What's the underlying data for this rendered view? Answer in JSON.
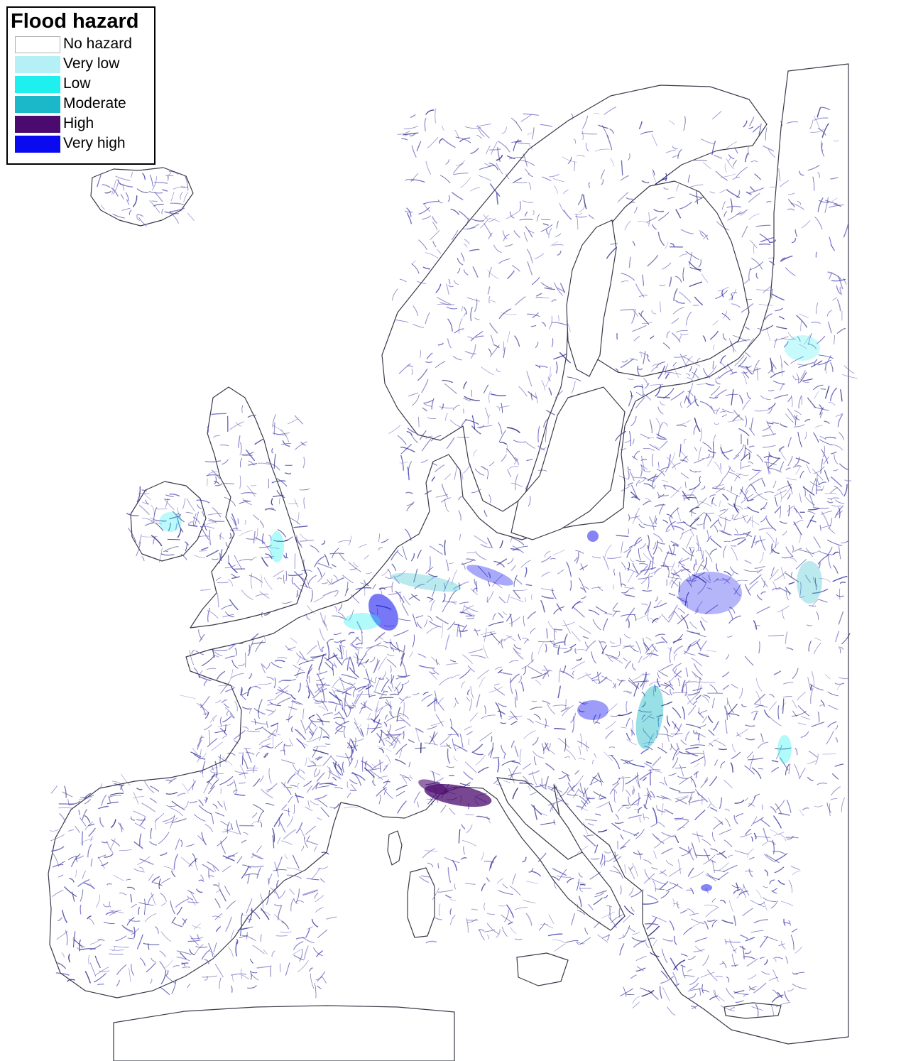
{
  "legend": {
    "title": "Flood hazard",
    "items": [
      {
        "label": "No hazard",
        "color": "#ffffff"
      },
      {
        "label": "Very low",
        "color": "#b4f0f5"
      },
      {
        "label": "Low",
        "color": "#1ef0f0"
      },
      {
        "label": "Moderate",
        "color": "#1ab8c8"
      },
      {
        "label": "High",
        "color": "#4b0a6e"
      },
      {
        "label": "Very high",
        "color": "#0a0af0"
      }
    ]
  },
  "map": {
    "outline_color": "#3a3a4a",
    "river_colors": [
      "#3a3aa0",
      "#5a4ab0",
      "#2a2a80",
      "#6a5ac0",
      "#4040b0"
    ]
  }
}
